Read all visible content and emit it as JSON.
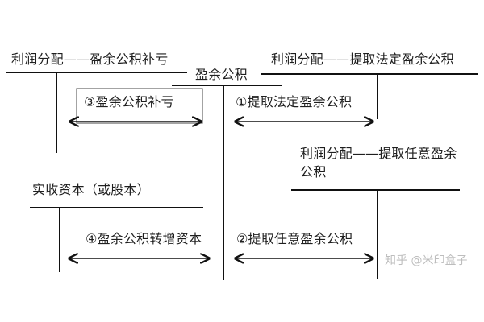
{
  "diagram": {
    "nodes": {
      "top_left": "利润分配——盈余公积补亏",
      "top_right": "利润分配——提取法定盈余公积",
      "center": "盈余公积",
      "right_middle": "利润分配——提取任意盈余公积",
      "left_middle": "实收资本（或股本）"
    },
    "flows": {
      "f3": "③盈余公积补亏",
      "f1": "①提取法定盈余公积",
      "f4": "④盈余公积转增资本",
      "f2": "②提取任意盈余公积"
    },
    "watermark": "知乎 @米印盒子"
  }
}
